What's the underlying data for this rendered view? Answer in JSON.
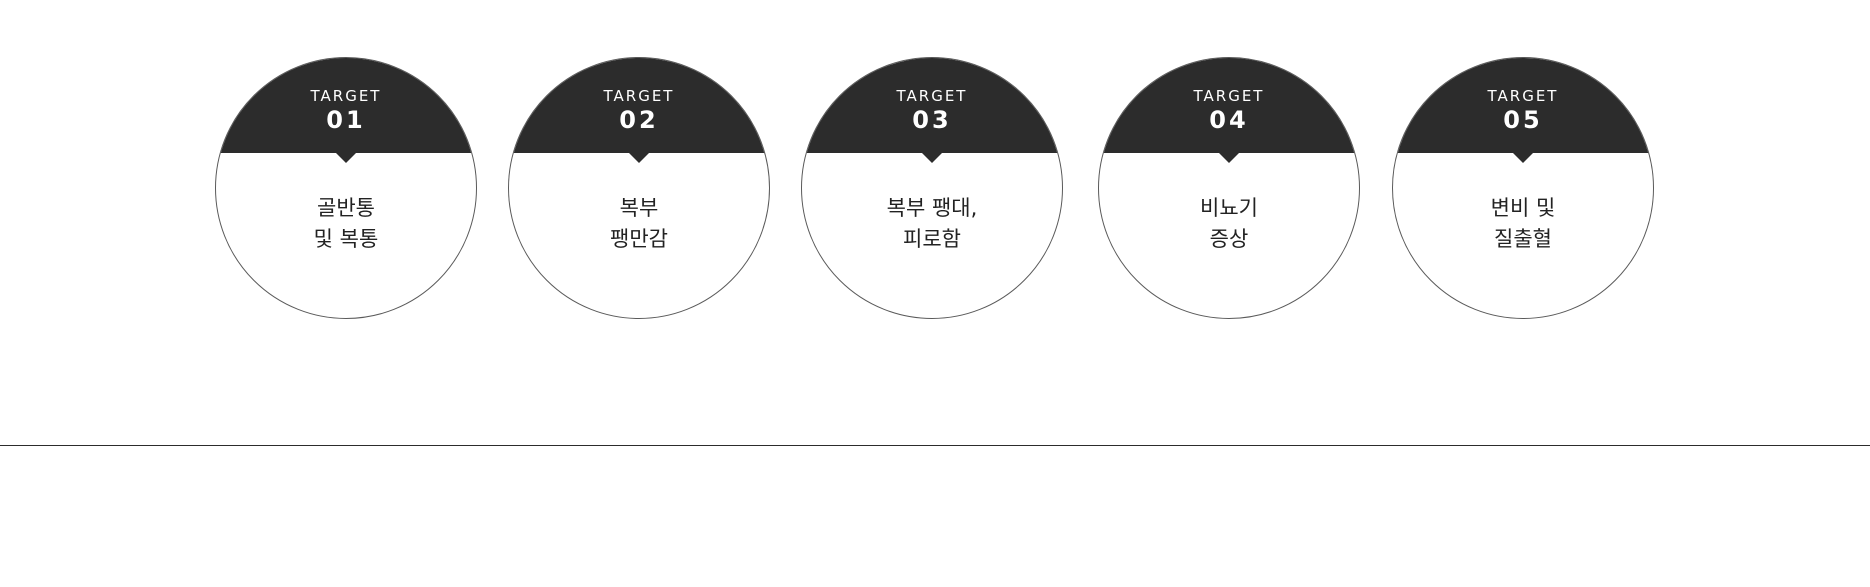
{
  "targets": [
    {
      "label": "TARGET",
      "number": "01",
      "line1": "골반통",
      "line2": "및 복통"
    },
    {
      "label": "TARGET",
      "number": "02",
      "line1": "복부",
      "line2": "팽만감"
    },
    {
      "label": "TARGET",
      "number": "03",
      "line1": "복부 팽대,",
      "line2": "피로함"
    },
    {
      "label": "TARGET",
      "number": "04",
      "line1": "비뇨기",
      "line2": "증상"
    },
    {
      "label": "TARGET",
      "number": "05",
      "line1": "변비 및",
      "line2": "질출혈"
    }
  ],
  "colors": {
    "cap": "#2c2c2c",
    "border": "#5a5a5a",
    "text": "#222222",
    "background": "#ffffff"
  }
}
